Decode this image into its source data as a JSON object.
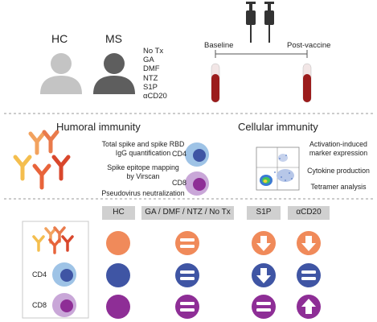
{
  "cohorts": {
    "hc_label": "HC",
    "ms_label": "MS",
    "treatments": [
      "No Tx",
      "GA",
      "DMF",
      "NTZ",
      "S1P",
      "αCD20"
    ]
  },
  "sampling": {
    "baseline": "Baseline",
    "post_vaccine": "Post-vaccine"
  },
  "humoral": {
    "title": "Humoral immunity",
    "assays": [
      "Total spike and spike RBD",
      "IgG quantification",
      "Spike epitope mapping",
      "by Virscan",
      "Pseudovirus neutralization"
    ]
  },
  "cellular": {
    "title": "Cellular immunity",
    "cd4": "CD4",
    "cd8": "CD8",
    "assays": [
      "Activation-induced",
      "marker expression",
      "Cytokine production",
      "Tetramer analysis"
    ]
  },
  "summary": {
    "columns": [
      "HC",
      "GA / DMF / NTZ / No Tx",
      "S1P",
      "αCD20"
    ],
    "row_labels": [
      "CD4",
      "CD8"
    ],
    "colors": {
      "antibody": "#F08A5A",
      "cd4": "#3F55A4",
      "cd8": "#8E2E96",
      "header_bg": "#D0D0D0",
      "cd4_outer": "#9EC3E6",
      "cd8_outer": "#C9A7D8"
    },
    "cells": [
      [
        "circle",
        "equal",
        "down-arrow",
        "down-arrow"
      ],
      [
        "circle",
        "equal",
        "down-arrow",
        "equal"
      ],
      [
        "circle",
        "equal",
        "equal",
        "up-arrow"
      ]
    ]
  }
}
